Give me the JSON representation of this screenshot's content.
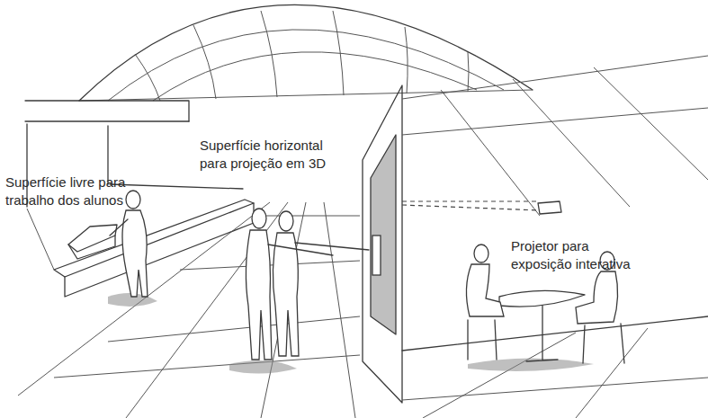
{
  "diagram": {
    "labels": [
      "Superfície livre para trabalho dos alunos",
      "Superfície horizontal para projeção em 3D",
      "Projetor para exposição interativa"
    ]
  }
}
